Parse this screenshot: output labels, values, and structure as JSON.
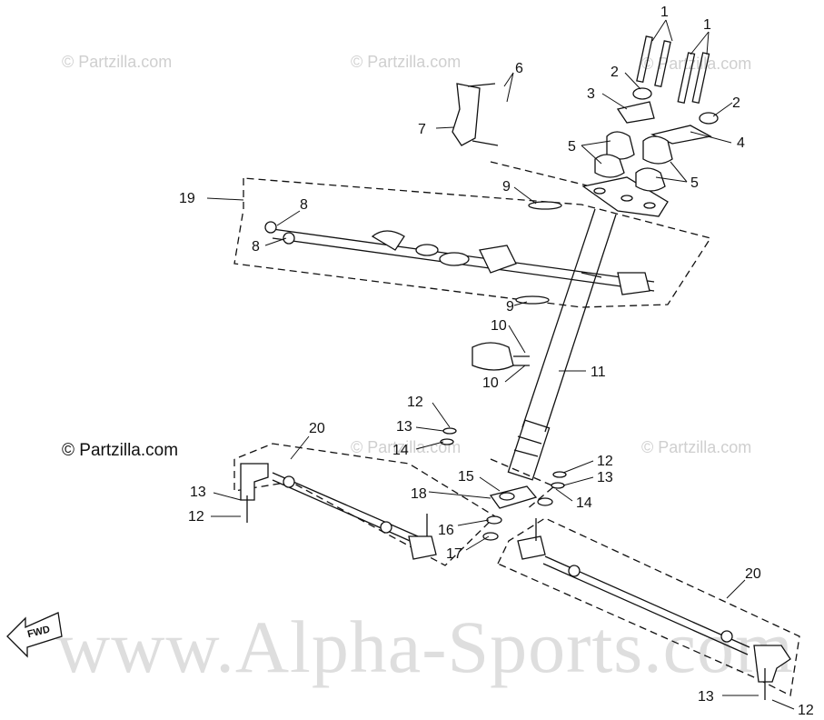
{
  "watermarks": {
    "partzilla_1": "© Partzilla.com",
    "partzilla_2": "© Partzilla.com",
    "partzilla_3": "© Partzilla.com",
    "partzilla_4": "© Partzilla.com",
    "partzilla_5": "© Partzilla.com",
    "copyright": "© Partzilla.com",
    "alpha_sports": "www.Alpha-Sports.com"
  },
  "fwd_arrow": "FWD",
  "callouts": {
    "c1a": "1",
    "c1b": "1",
    "c2a": "2",
    "c2b": "2",
    "c3": "3",
    "c4": "4",
    "c5a": "5",
    "c5b": "5",
    "c6": "6",
    "c7": "7",
    "c8a": "8",
    "c8b": "8",
    "c9a": "9",
    "c9b": "9",
    "c10a": "10",
    "c10b": "10",
    "c11": "11",
    "c12a": "12",
    "c12b": "12",
    "c12c": "12",
    "c12d": "12",
    "c13a": "13",
    "c13b": "13",
    "c13c": "13",
    "c13d": "13",
    "c14a": "14",
    "c14b": "14",
    "c15": "15",
    "c16": "16",
    "c17": "17",
    "c18": "18",
    "c19": "19",
    "c20a": "20",
    "c20b": "20"
  }
}
